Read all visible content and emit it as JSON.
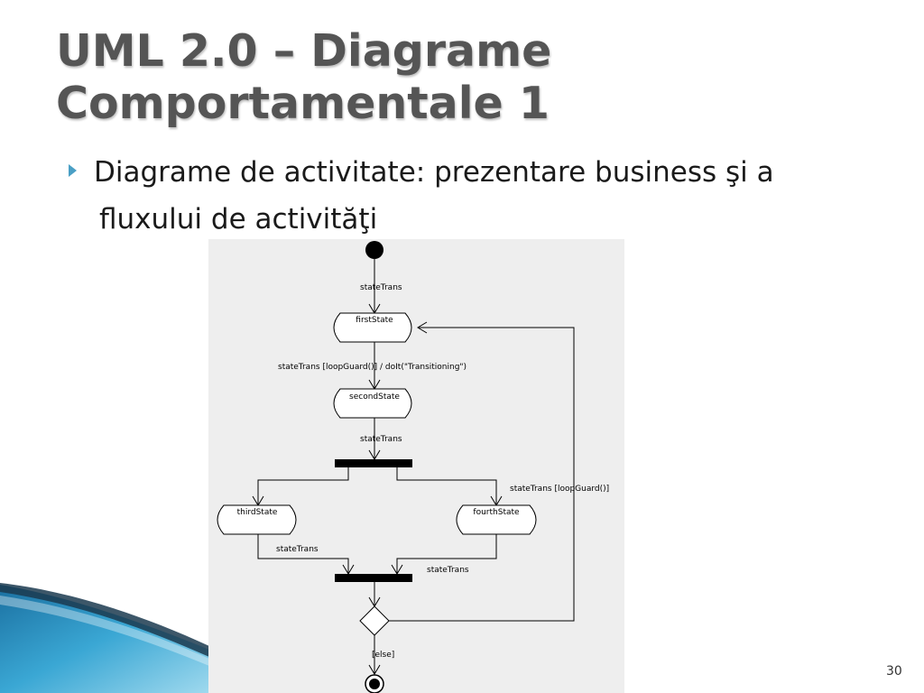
{
  "slide": {
    "title": "UML 2.0 – Diagrame Comportamentale 1",
    "bullet": {
      "emphasis": "Diagrame de activitate",
      "rest_line1": ": prezentare business şi a",
      "line2": "fluxului de activităţi"
    },
    "page_number": "30"
  },
  "diagram": {
    "states": {
      "first": "firstState",
      "second": "secondState",
      "third": "thirdState",
      "fourth": "fourthState"
    },
    "transitions": {
      "initial": "stateTrans",
      "first_to_second": "stateTrans [loopGuard()] / doIt(\"Transitioning\")",
      "second_to_fork": "stateTrans",
      "fork_to_fourth": "stateTrans [loopGuard()]",
      "third_to_join": "stateTrans",
      "fourth_to_join": "stateTrans",
      "decision_else": "[else]"
    }
  }
}
